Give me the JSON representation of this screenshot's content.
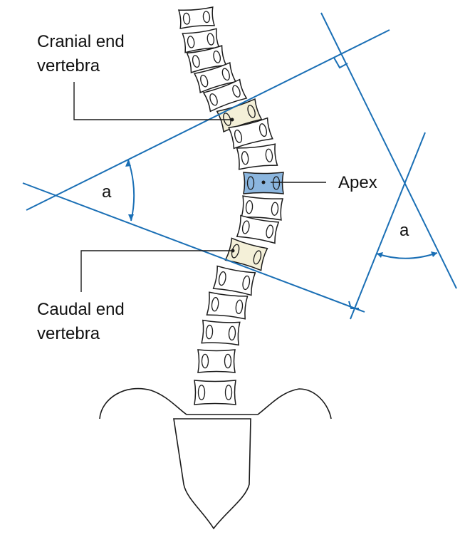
{
  "labels": {
    "cranial_line1": "Cranial end",
    "cranial_line2": "vertebra",
    "caudal_line1": "Caudal end",
    "caudal_line2": "vertebra",
    "apex": "Apex",
    "angle_left": "a",
    "angle_right": "a"
  },
  "colors": {
    "line": "#1a6fb5",
    "outline": "#1a1a1a",
    "end_vertebra_fill": "#f4f0d8",
    "apex_fill": "#8bb6df",
    "background": "#ffffff"
  },
  "icons": {
    "right_angle_marks": "right-angle-icon",
    "angle_arcs": "angle-arc-arrow-icon"
  }
}
